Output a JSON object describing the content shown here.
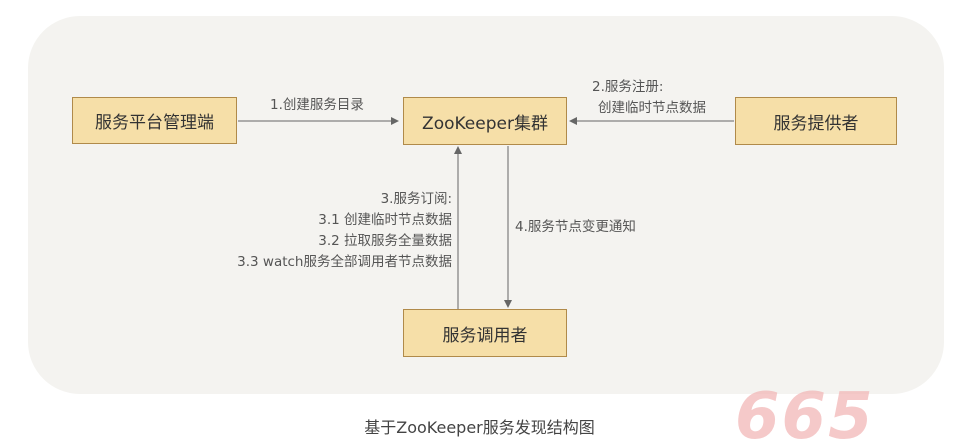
{
  "nodes": {
    "admin": "服务平台管理端",
    "zookeeper": "ZooKeeper集群",
    "provider": "服务提供者",
    "consumer": "服务调用者"
  },
  "edges": {
    "create_directory": "1.创建服务目录",
    "register": [
      "2.服务注册:",
      "创建临时节点数据"
    ],
    "subscribe": [
      "3.服务订阅:",
      "3.1 创建临时节点数据",
      "3.2 拉取服务全量数据",
      "3.3 watch服务全部调用者节点数据"
    ],
    "notify": "4.服务节点变更通知"
  },
  "caption": "基于ZooKeeper服务发现结构图",
  "watermark": "665",
  "colors": {
    "node_fill": "#f6dfa8",
    "node_border": "#b08a4a",
    "panel_bg": "#f4f3f0",
    "arrow": "#666666",
    "watermark": "#f2b7b7"
  }
}
